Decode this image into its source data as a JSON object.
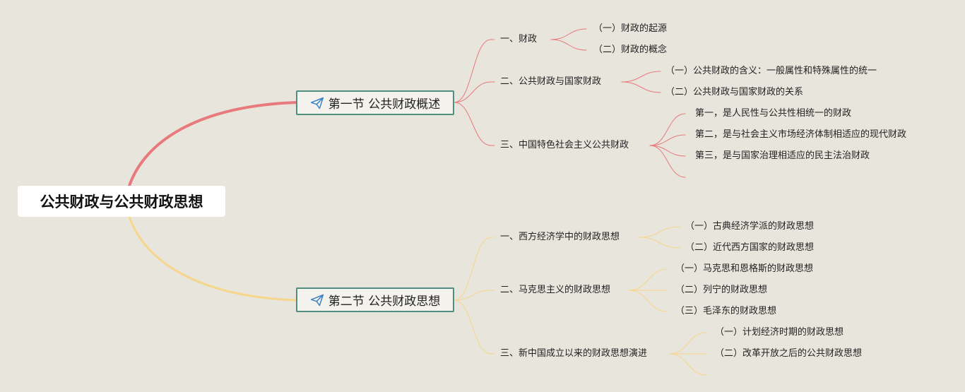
{
  "colors": {
    "background": "#e8e5dd",
    "branch_section1": "#e8797c",
    "branch_section2": "#f6d68b",
    "section_border": "#4f8e80",
    "icon": "#3b82c4"
  },
  "root": {
    "title": "公共财政与公共财政思想"
  },
  "sections": [
    {
      "title": "第一节 公共财政概述",
      "icon": "paper-plane-icon",
      "topics": [
        {
          "label": "一、财政",
          "children": [
            "（一）财政的起源",
            "（二）财政的概念"
          ]
        },
        {
          "label": "二、公共财政与国家财政",
          "children": [
            "（一）公共财政的含义：一般属性和特殊属性的统一",
            "（二）公共财政与国家财政的关系"
          ]
        },
        {
          "label": "三、中国特色社会主义公共财政",
          "children": [
            "第一，是人民性与公共性相统一的财政",
            "第二，是与社会主义市场经济体制相适应的现代财政",
            "第三，是与国家治理相适应的民主法治财政",
            ""
          ]
        }
      ]
    },
    {
      "title": "第二节 公共财政思想",
      "icon": "paper-plane-icon",
      "topics": [
        {
          "label": "一、西方经济学中的财政思想",
          "children": [
            "（一）古典经济学派的财政思想",
            "（二）近代西方国家的财政思想"
          ]
        },
        {
          "label": "二、马克思主义的财政思想",
          "children": [
            "（一）马克思和恩格斯的财政思想",
            "（二）列宁的财政思想",
            "（三）毛泽东的财政思想"
          ]
        },
        {
          "label": "三、新中国成立以来的财政思想演进",
          "children": [
            "（一）计划经济时期的财政思想",
            "（二）改革开放之后的公共财政思想",
            ""
          ]
        }
      ]
    }
  ]
}
